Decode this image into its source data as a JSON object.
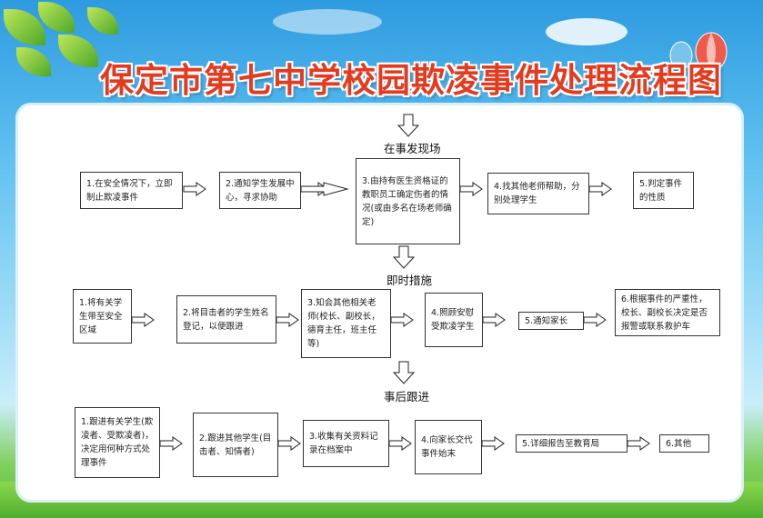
{
  "title": "保定市第七中学校园欺凌事件处理流程图",
  "stages": {
    "s1": "在事发现场",
    "s2": "即时措施",
    "s3": "事后跟进"
  },
  "row1": [
    "1.在安全情况下，立即制止欺凌事件",
    "2.通知学生发展中心，寻求协助",
    "3.由持有医生资格证的教职员工确定伤者的情况(或由多名在场老师确定)",
    "4.找其他老师帮助，分别处理学生",
    "5.判定事件的性质"
  ],
  "row2": [
    "1.将有关学生带至安全区域",
    "2.将目击者的学生姓名登记，以便跟进",
    "3.知会其他相关老师(校长、副校长，德育主任，班主任等)",
    "4.照顾安慰受欺凌学生",
    "5.通知家长",
    "6.根据事件的严重性，校长、副校长决定是否报警或联系救护车"
  ],
  "row3": [
    "1.跟进有关学生(欺凌者、受欺凌者)，决定用何种方式处理事件",
    "2.跟进其他学生(目击者、知情者)",
    "3.收集有关资料记录在档案中",
    "4.向家长交代事件始末",
    "5.详细报告至教育局",
    "6.其他"
  ],
  "colors": {
    "title": "#e33b1f",
    "sky": "#5fc0f0",
    "grass": "#5fb83f"
  }
}
